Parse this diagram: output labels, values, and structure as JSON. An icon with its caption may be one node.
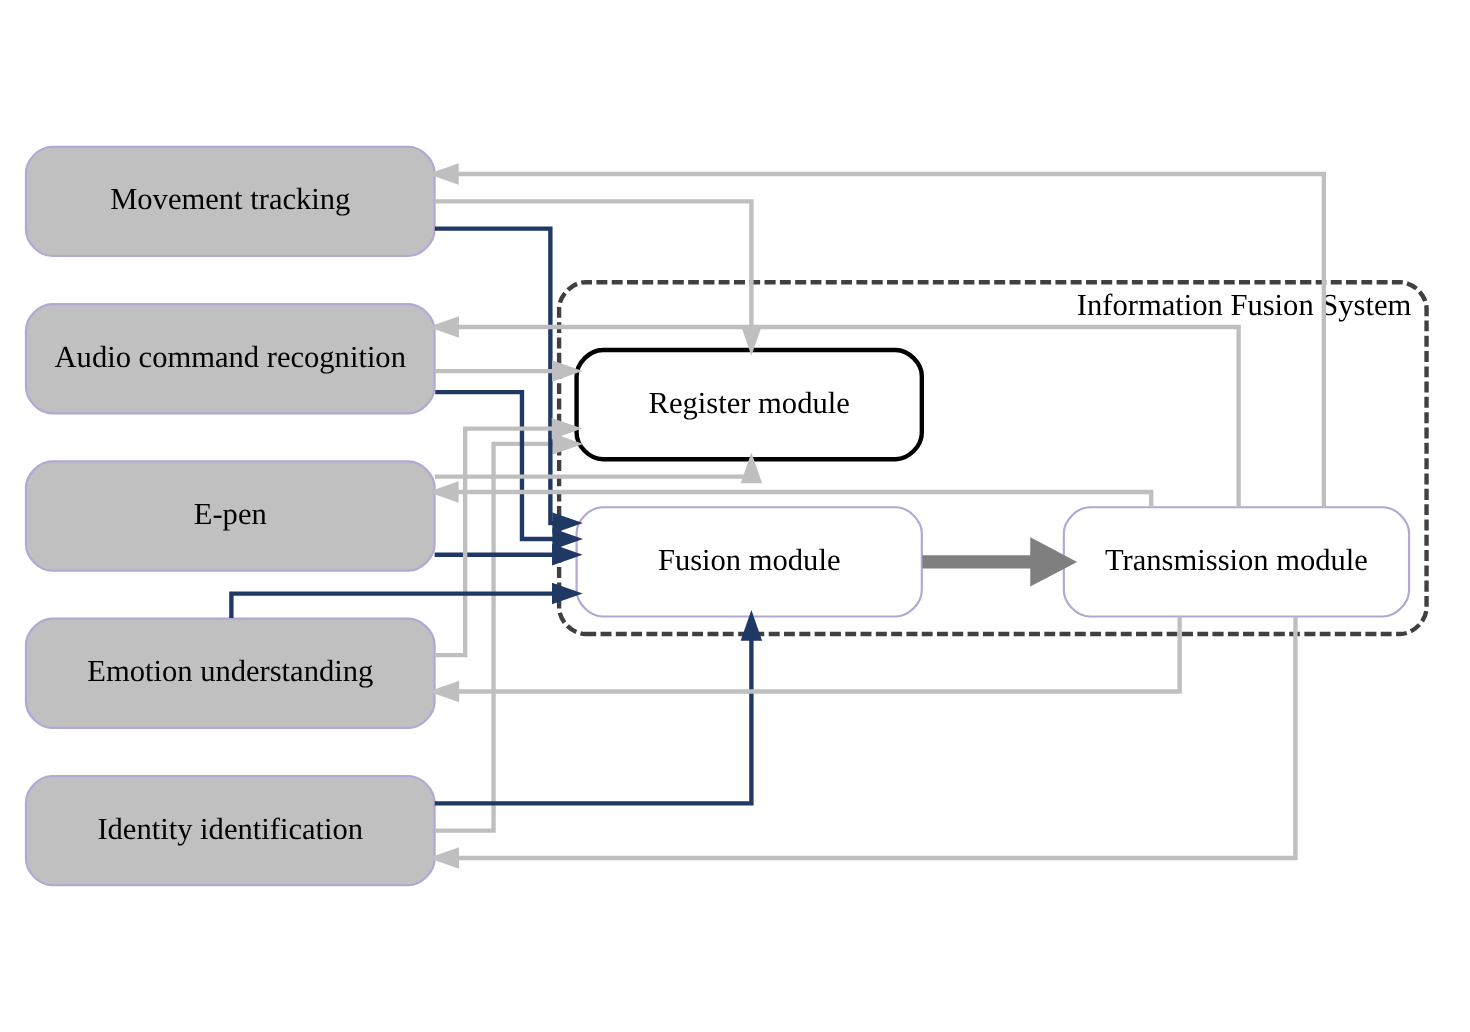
{
  "diagram": {
    "nodes": [
      {
        "text": [
          "Identity identification"
        ]
      },
      {
        "text": [
          "Movement tracking"
        ]
      },
      {
        "text": [
          "Audio command recognition"
        ]
      },
      {
        "text": [
          "E-pen"
        ]
      },
      {
        "text": [
          "Emotion understanding"
        ]
      },
      {
        "text": [
          "Information Fusion System"
        ]
      },
      {
        "text": [
          "Register module"
        ],
        "in": 5
      },
      {
        "text": [
          "Fusion module"
        ],
        "in": 5
      },
      {
        "text": [
          "Transmission module"
        ],
        "in": 5
      }
    ],
    "edges": [
      {
        "from": 0,
        "to": 6,
        "arrow": "to"
      },
      {
        "from": 1,
        "to": 6,
        "arrow": "to"
      },
      {
        "from": 2,
        "to": 6,
        "arrow": "to"
      },
      {
        "from": 3,
        "to": 6,
        "arrow": "to"
      },
      {
        "from": 4,
        "to": 6,
        "arrow": "to"
      },
      {
        "from": 0,
        "to": 7,
        "arrow": "to",
        "color": "#1f3864"
      },
      {
        "from": 1,
        "to": 7,
        "arrow": "to",
        "color": "#1f3864"
      },
      {
        "from": 2,
        "to": 7,
        "arrow": "to",
        "color": "#1f3864"
      },
      {
        "from": 3,
        "to": 7,
        "arrow": "to",
        "color": "#1f3864"
      },
      {
        "from": 4,
        "to": 7,
        "arrow": "to",
        "color": "#1f3864"
      },
      {
        "from": 7,
        "to": 8,
        "arrow": "to",
        "style": "thick",
        "color": "#7f7f7f"
      },
      {
        "from": 8,
        "to": 0,
        "arrow": "to"
      },
      {
        "from": 8,
        "to": 1,
        "arrow": "to"
      },
      {
        "from": 8,
        "to": 2,
        "arrow": "to"
      },
      {
        "from": 8,
        "to": 3,
        "arrow": "to"
      },
      {
        "from": 8,
        "to": 4,
        "arrow": "to"
      }
    ]
  }
}
